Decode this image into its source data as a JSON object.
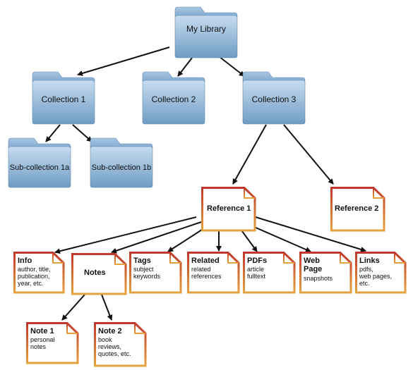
{
  "colors": {
    "folder_light": "#b9d3e9",
    "folder_dark": "#6f9cc4",
    "doc_border": "#c0392b",
    "doc_border_gold": "#e6a23c",
    "arrow": "#111111"
  },
  "folders": {
    "library": {
      "label": "My Library",
      "icon": "folder-icon"
    },
    "collection1": {
      "label": "Collection 1",
      "icon": "folder-icon"
    },
    "collection2": {
      "label": "Collection 2",
      "icon": "folder-icon"
    },
    "collection3": {
      "label": "Collection 3",
      "icon": "folder-icon"
    },
    "sub1a": {
      "label": "Sub-collection 1a",
      "icon": "folder-icon"
    },
    "sub1b": {
      "label": "Sub-collection 1b",
      "icon": "folder-icon"
    }
  },
  "documents": {
    "reference1": {
      "title": "Reference 1",
      "icon": "document-icon",
      "lines": []
    },
    "reference2": {
      "title": "Reference 2",
      "icon": "document-icon",
      "lines": []
    },
    "info": {
      "title": "Info",
      "icon": "document-icon",
      "lines": [
        "author, title,",
        "publication,",
        "year, etc."
      ]
    },
    "notes": {
      "title": "Notes",
      "icon": "document-icon",
      "lines": []
    },
    "tags": {
      "title": "Tags",
      "icon": "document-icon",
      "lines": [
        "subject",
        "keywords"
      ]
    },
    "related": {
      "title": "Related",
      "icon": "document-icon",
      "lines": [
        "related",
        "references"
      ]
    },
    "pdfs": {
      "title": "PDFs",
      "icon": "document-icon",
      "lines": [
        "article",
        "fulltext"
      ]
    },
    "webpage": {
      "title": "Web Page",
      "icon": "document-icon",
      "lines": [
        "snapshots"
      ]
    },
    "links": {
      "title": "Links",
      "icon": "document-icon",
      "lines": [
        "pdfs,",
        "web pages,",
        "etc."
      ]
    },
    "note1": {
      "title": "Note 1",
      "icon": "document-icon",
      "lines": [
        "personal",
        "notes"
      ]
    },
    "note2": {
      "title": "Note 2",
      "icon": "document-icon",
      "lines": [
        "book",
        "reviews,",
        "quotes, etc."
      ]
    }
  }
}
